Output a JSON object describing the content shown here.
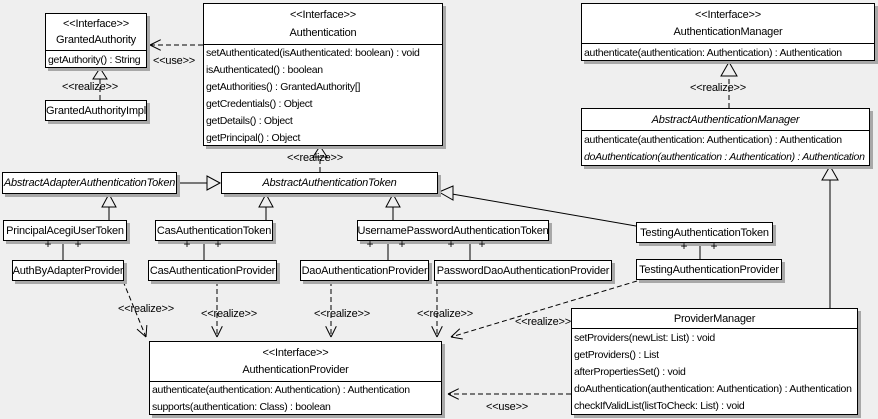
{
  "meta": {
    "background_color": "#efefef",
    "box_fill": "#ffffff",
    "line_color": "#000000",
    "shadow_color": "#a8a8a8"
  },
  "diagram": {
    "classes": [
      {
        "id": "granted-authority",
        "stereotype": "<<Interface>>",
        "name": "GrantedAuthority",
        "italic": false,
        "methods": [
          "getAuthority() : String"
        ]
      },
      {
        "id": "granted-authority-impl",
        "name": "GrantedAuthorityImpl",
        "italic": false,
        "methods": []
      },
      {
        "id": "authentication",
        "stereotype": "<<Interface>>",
        "name": "Authentication",
        "italic": false,
        "methods": [
          "setAuthenticated(isAuthenticated: boolean) : void",
          "isAuthenticated() : boolean",
          "getAuthorities() : GrantedAuthority[]",
          "getCredentials() : Object",
          "getDetails() : Object",
          "getPrincipal() : Object"
        ]
      },
      {
        "id": "authentication-manager",
        "stereotype": "<<Interface>>",
        "name": "AuthenticationManager",
        "italic": false,
        "methods": [
          "authenticate(authentication: Authentication) : Authentication"
        ]
      },
      {
        "id": "abstract-authentication-manager",
        "name": "AbstractAuthenticationManager",
        "italic": true,
        "methods": [
          "authenticate(authentication: Authentication) : Authentication",
          "doAuthentication(authentication : Authentication) : Authentication"
        ],
        "italic_methods": [
          1
        ]
      },
      {
        "id": "abstract-adapter-authentication-token",
        "name": "AbstractAdapterAuthenticationToken",
        "italic": true,
        "methods": []
      },
      {
        "id": "abstract-authentication-token",
        "name": "AbstractAuthenticationToken",
        "italic": true,
        "methods": []
      },
      {
        "id": "principal-acegi-user-token",
        "name": "PrincipalAcegiUserToken",
        "italic": false,
        "methods": []
      },
      {
        "id": "cas-authentication-token",
        "name": "CasAuthenticationToken",
        "italic": false,
        "methods": []
      },
      {
        "id": "username-password-authentication-token",
        "name": "UsernamePasswordAuthenticationToken",
        "italic": false,
        "methods": []
      },
      {
        "id": "testing-authentication-token",
        "name": "TestingAuthenticationToken",
        "italic": false,
        "methods": []
      },
      {
        "id": "auth-by-adapter-provider",
        "name": "AuthByAdapterProvider",
        "italic": false,
        "methods": []
      },
      {
        "id": "cas-authentication-provider",
        "name": "CasAuthenticationProvider",
        "italic": false,
        "methods": []
      },
      {
        "id": "dao-authentication-provider",
        "name": "DaoAuthenticationProvider",
        "italic": false,
        "methods": []
      },
      {
        "id": "password-dao-authentication-provider",
        "name": "PasswordDaoAuthenticationProvider",
        "italic": false,
        "methods": []
      },
      {
        "id": "testing-authentication-provider",
        "name": "TestingAuthenticationProvider",
        "italic": false,
        "methods": []
      },
      {
        "id": "authentication-provider",
        "stereotype": "<<Interface>>",
        "name": "AuthenticationProvider",
        "italic": false,
        "methods": [
          "authenticate(authentication: Authentication) : Authentication",
          "supports(authentication: Class) : boolean"
        ]
      },
      {
        "id": "provider-manager",
        "name": "ProviderManager",
        "italic": false,
        "methods": [
          "setProviders(newList: List) : void",
          "getProviders() : List",
          "afterPropertiesSet() : void",
          "doAuthentication(authentication: Authentication) : Authentication",
          "checkIfValidList(listToCheck: List) : void"
        ]
      }
    ],
    "labels": [
      {
        "id": "use-granted-authority",
        "text": "<<use>>"
      },
      {
        "id": "realize-granted-authority",
        "text": "<<realize>>"
      },
      {
        "id": "realize-abstract-token",
        "text": "<<realize>>"
      },
      {
        "id": "realize-abstract-manager",
        "text": "<<realize>>"
      },
      {
        "id": "realize-auth-by-adapter",
        "text": "<<realize>>"
      },
      {
        "id": "realize-cas",
        "text": "<<realize>>"
      },
      {
        "id": "realize-dao",
        "text": "<<realize>>"
      },
      {
        "id": "realize-password-dao",
        "text": "<<realize>>"
      },
      {
        "id": "realize-testing",
        "text": "<<realize>>"
      },
      {
        "id": "use-provider-manager",
        "text": "<<use>>"
      }
    ],
    "association_marker": "+"
  }
}
